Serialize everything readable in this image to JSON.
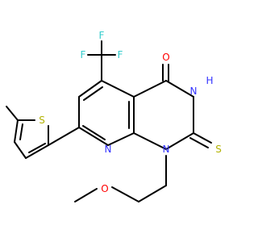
{
  "figure": {
    "type": "chemical-structure",
    "background": "#ffffff",
    "bond_color": "#000000"
  },
  "atom_labels": {
    "F1": "F",
    "F2": "F",
    "F3": "F",
    "O_carbonyl": "O",
    "NH": "H",
    "N_amide": "N",
    "S_thione": "S",
    "N_ring": "N",
    "N1": "N",
    "O_ether": "O",
    "S_thiophene": "S"
  },
  "colors": {
    "fluorine": "#33cccc",
    "oxygen": "#ff0000",
    "nitrogen": "#3333ff",
    "sulfur": "#b2b200"
  }
}
